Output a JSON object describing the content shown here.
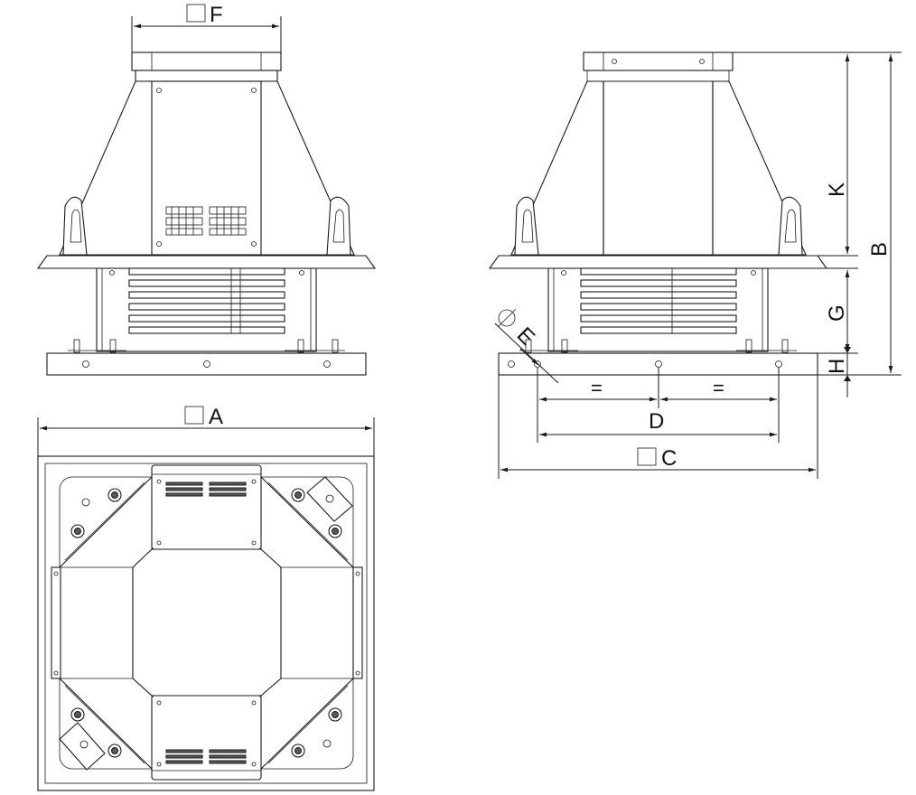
{
  "labels": {
    "F": "F",
    "A": "A",
    "C": "C",
    "D": "D",
    "E": "E",
    "K": "K",
    "B": "B",
    "G": "G",
    "H": "H",
    "eq1": "=",
    "eq2": "="
  }
}
